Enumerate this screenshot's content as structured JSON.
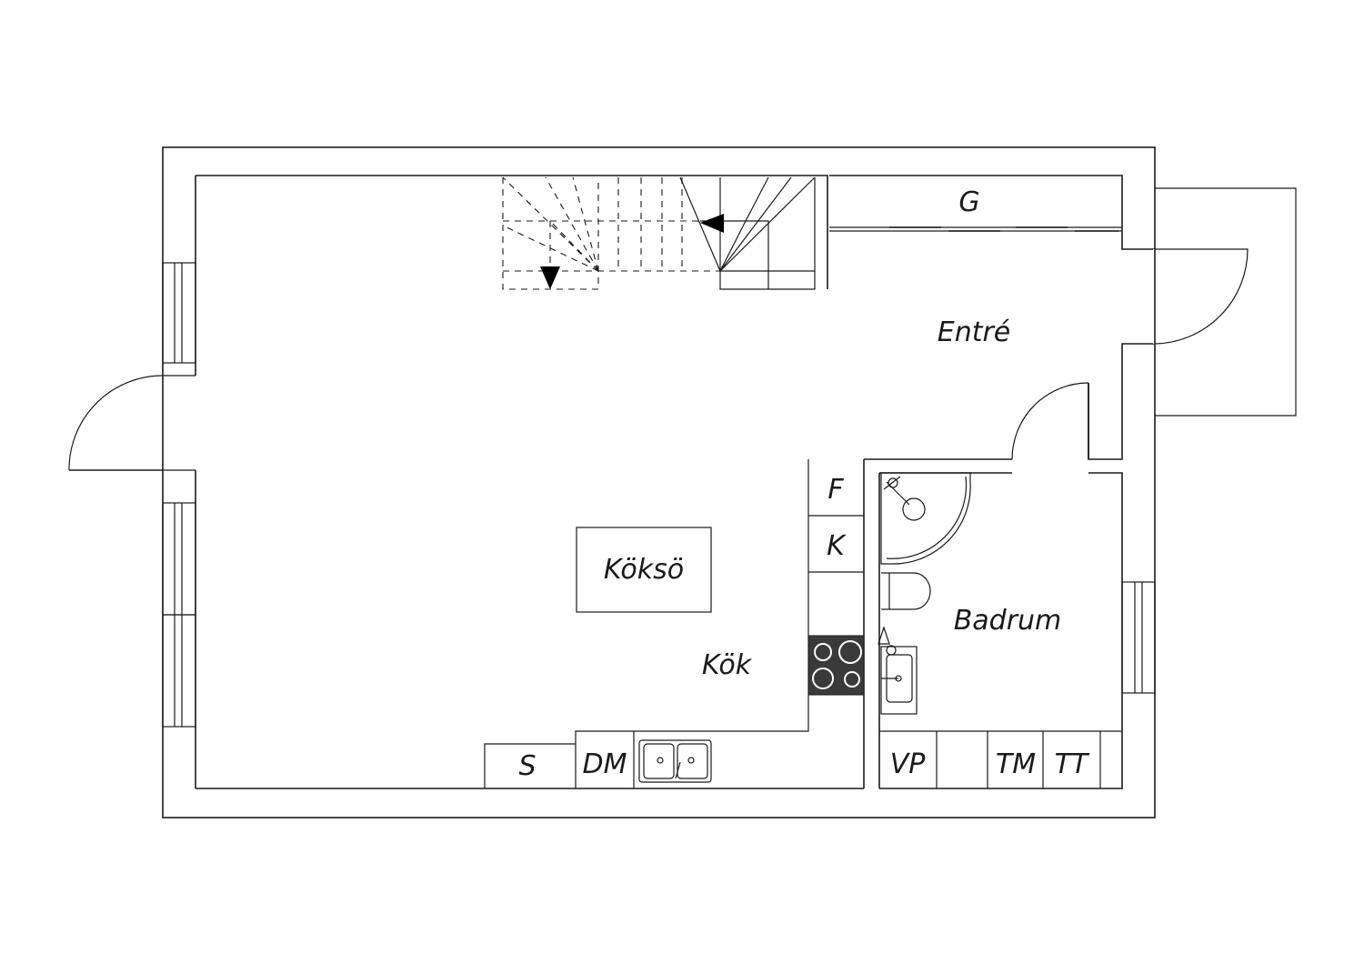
{
  "rooms": {
    "entre": "Entré",
    "badrum": "Badrum",
    "kok": "Kök",
    "kokso": "Köksö"
  },
  "fixtures": {
    "wardrobe": "G",
    "fridge": "F",
    "freezer": "K",
    "storage": "S",
    "dishwasher": "DM",
    "washer": "TM",
    "dryer": "TT",
    "water_heater": "VP"
  },
  "colors": {
    "line": "#1a1a1a",
    "stove": "#3a3a3a",
    "background": "#ffffff"
  }
}
